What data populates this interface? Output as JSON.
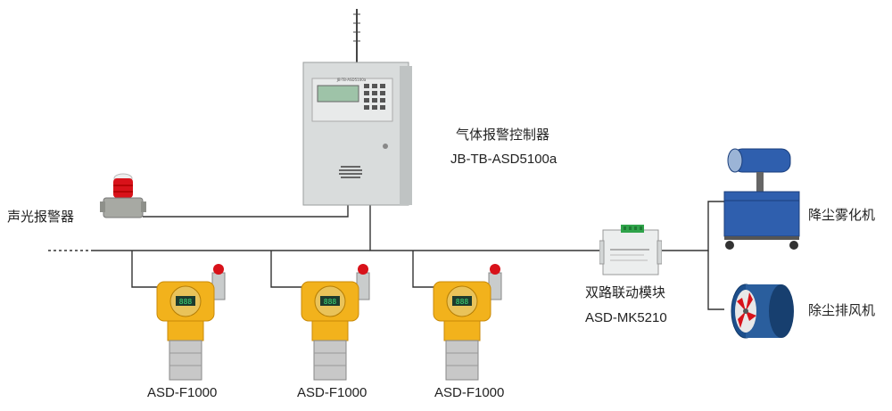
{
  "controller": {
    "name": "气体报警控制器",
    "model": "JB-TB-ASD5100a",
    "panel_title": "JB-TB-ASD5100a"
  },
  "alarm": {
    "name": "声光报警器"
  },
  "detectors": [
    {
      "model": "ASD-F1000",
      "display": "888"
    },
    {
      "model": "ASD-F1000",
      "display": "888"
    },
    {
      "model": "ASD-F1000",
      "display": "888"
    }
  ],
  "module": {
    "name": "双路联动模块",
    "model": "ASD-MK5210"
  },
  "devices": [
    {
      "name": "降尘雾化机"
    },
    {
      "name": "除尘排风机"
    }
  ],
  "colors": {
    "wire": "#333333",
    "cabinet": "#d9dcdc",
    "detector_body": "#f2b21c",
    "alarm_red": "#d8121a",
    "fog_blue": "#2f5fae",
    "fan_blue": "#1d4f8c"
  }
}
